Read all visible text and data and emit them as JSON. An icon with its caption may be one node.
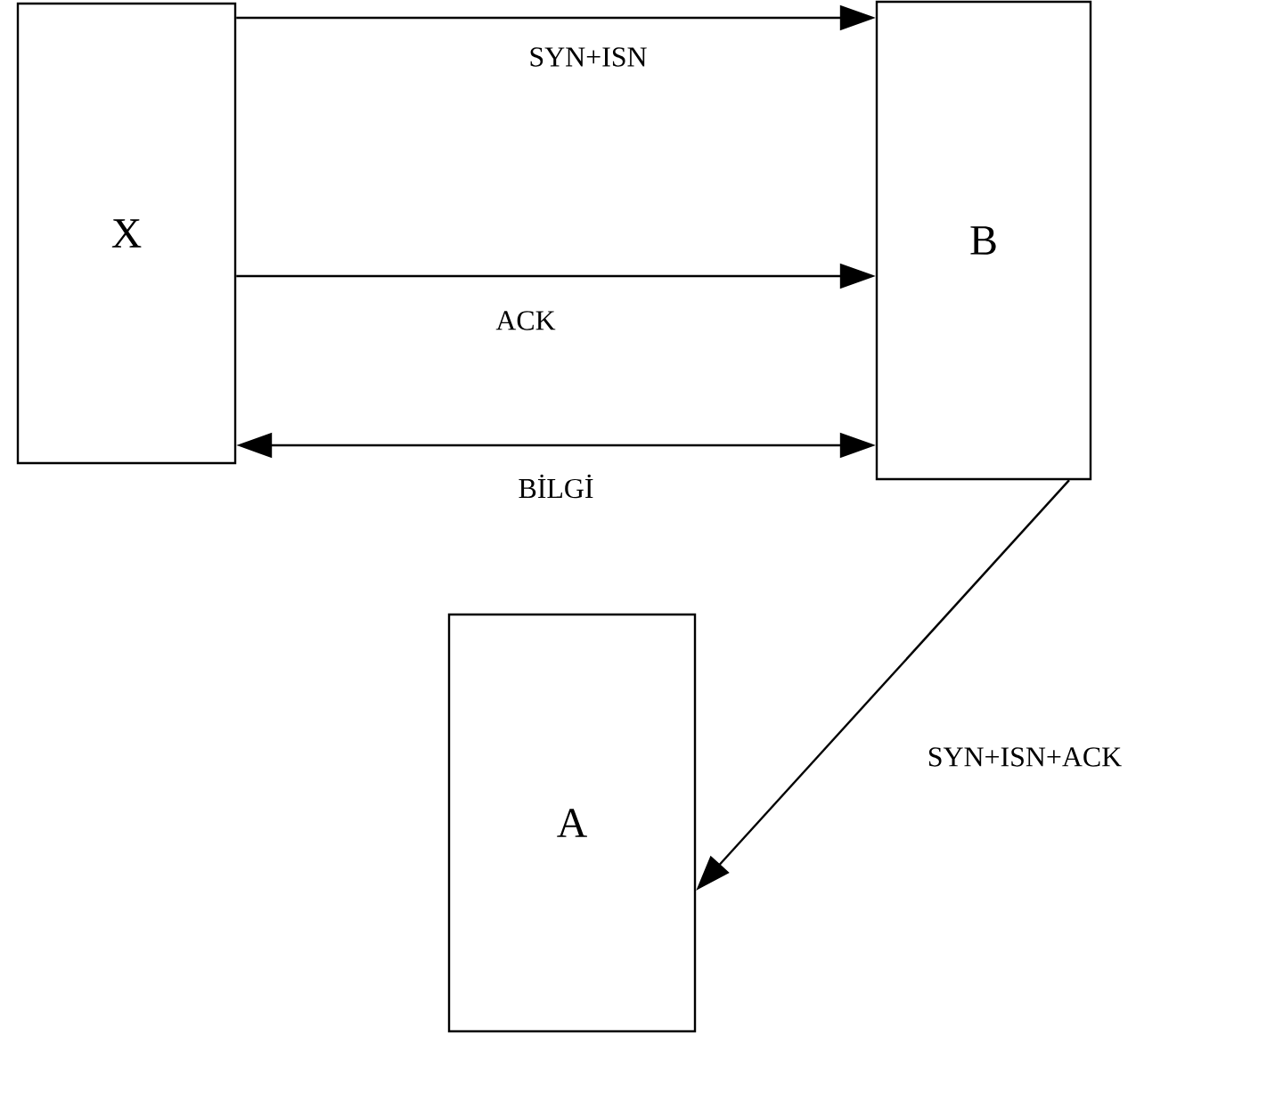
{
  "diagram": {
    "nodes": [
      {
        "text": [
          "X"
        ]
      },
      {
        "text": [
          "B"
        ]
      },
      {
        "text": [
          "A"
        ]
      }
    ],
    "edges": [
      {
        "from": 0,
        "to": 1,
        "arrow": "to",
        "label": "SYN+ISN"
      },
      {
        "from": 0,
        "to": 1,
        "arrow": "to",
        "label": "ACK"
      },
      {
        "from": 0,
        "to": 1,
        "arrow": "both",
        "label": "BİLGİ"
      },
      {
        "from": 1,
        "to": 2,
        "arrow": "to",
        "label": "SYN+ISN+ACK"
      }
    ]
  }
}
